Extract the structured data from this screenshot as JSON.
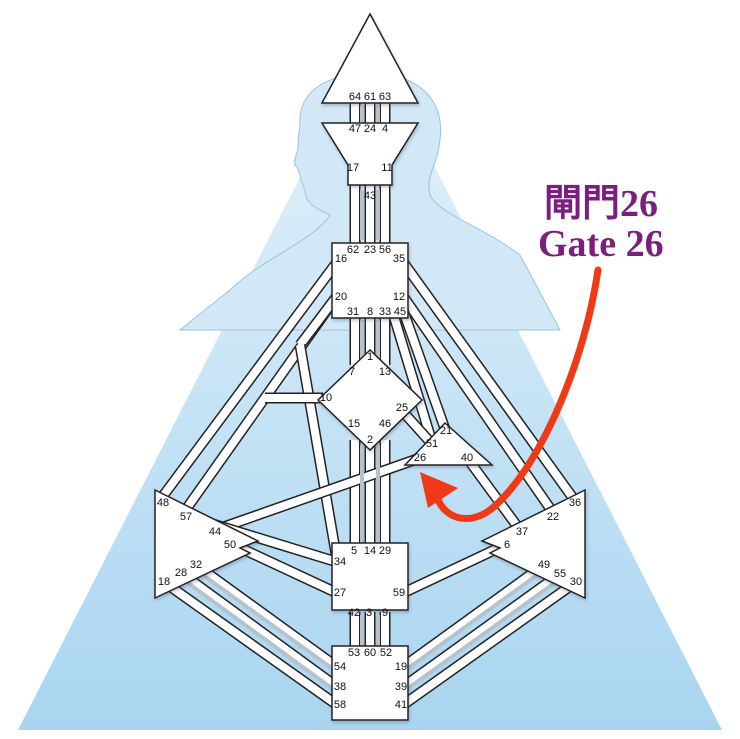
{
  "callout": {
    "line1": "閘門26",
    "line2": "Gate 26",
    "color": "#7b1f7f",
    "arrow_color": "#f03a17",
    "points_to_gate": "26"
  },
  "colors": {
    "background_triangle": "#b9ddf3",
    "silhouette": "#cfe6f5",
    "center_fill": "#ffffff",
    "outline": "#222222",
    "defined_channel_fill": "#b7c3cc"
  },
  "gates": [
    "64",
    "61",
    "63",
    "47",
    "24",
    "4",
    "17",
    "11",
    "43",
    "62",
    "23",
    "56",
    "16",
    "35",
    "20",
    "12",
    "31",
    "8",
    "33",
    "45",
    "1",
    "7",
    "13",
    "10",
    "25",
    "15",
    "46",
    "2",
    "21",
    "51",
    "26",
    "40",
    "48",
    "57",
    "44",
    "50",
    "32",
    "28",
    "18",
    "36",
    "22",
    "37",
    "6",
    "49",
    "55",
    "30",
    "5",
    "14",
    "29",
    "34",
    "27",
    "59",
    "42",
    "3",
    "9",
    "53",
    "60",
    "52",
    "54",
    "19",
    "38",
    "39",
    "58",
    "41"
  ]
}
